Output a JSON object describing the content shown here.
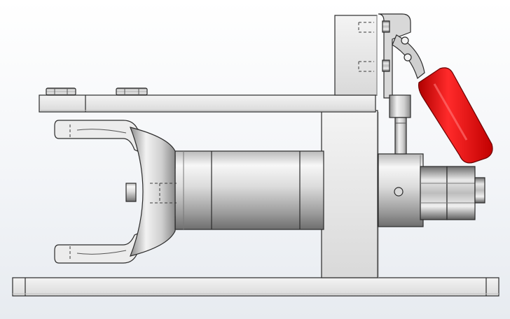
{
  "viewport": {
    "background": "#eef1f5",
    "view": "cad-assembly-side-view"
  },
  "parts": {
    "base_plate": "base-plate",
    "upright_block": "upright-block",
    "top_arm": "top-arm",
    "clamp_post": "clamp-post",
    "yoke": "yoke",
    "shaft": "shaft",
    "bearing_block": "bearing-block",
    "nuts": "nuts",
    "toggle_clamp": "toggle-clamp",
    "clamp_handle": "clamp-handle",
    "clamp_handle_color": "#e01010"
  }
}
